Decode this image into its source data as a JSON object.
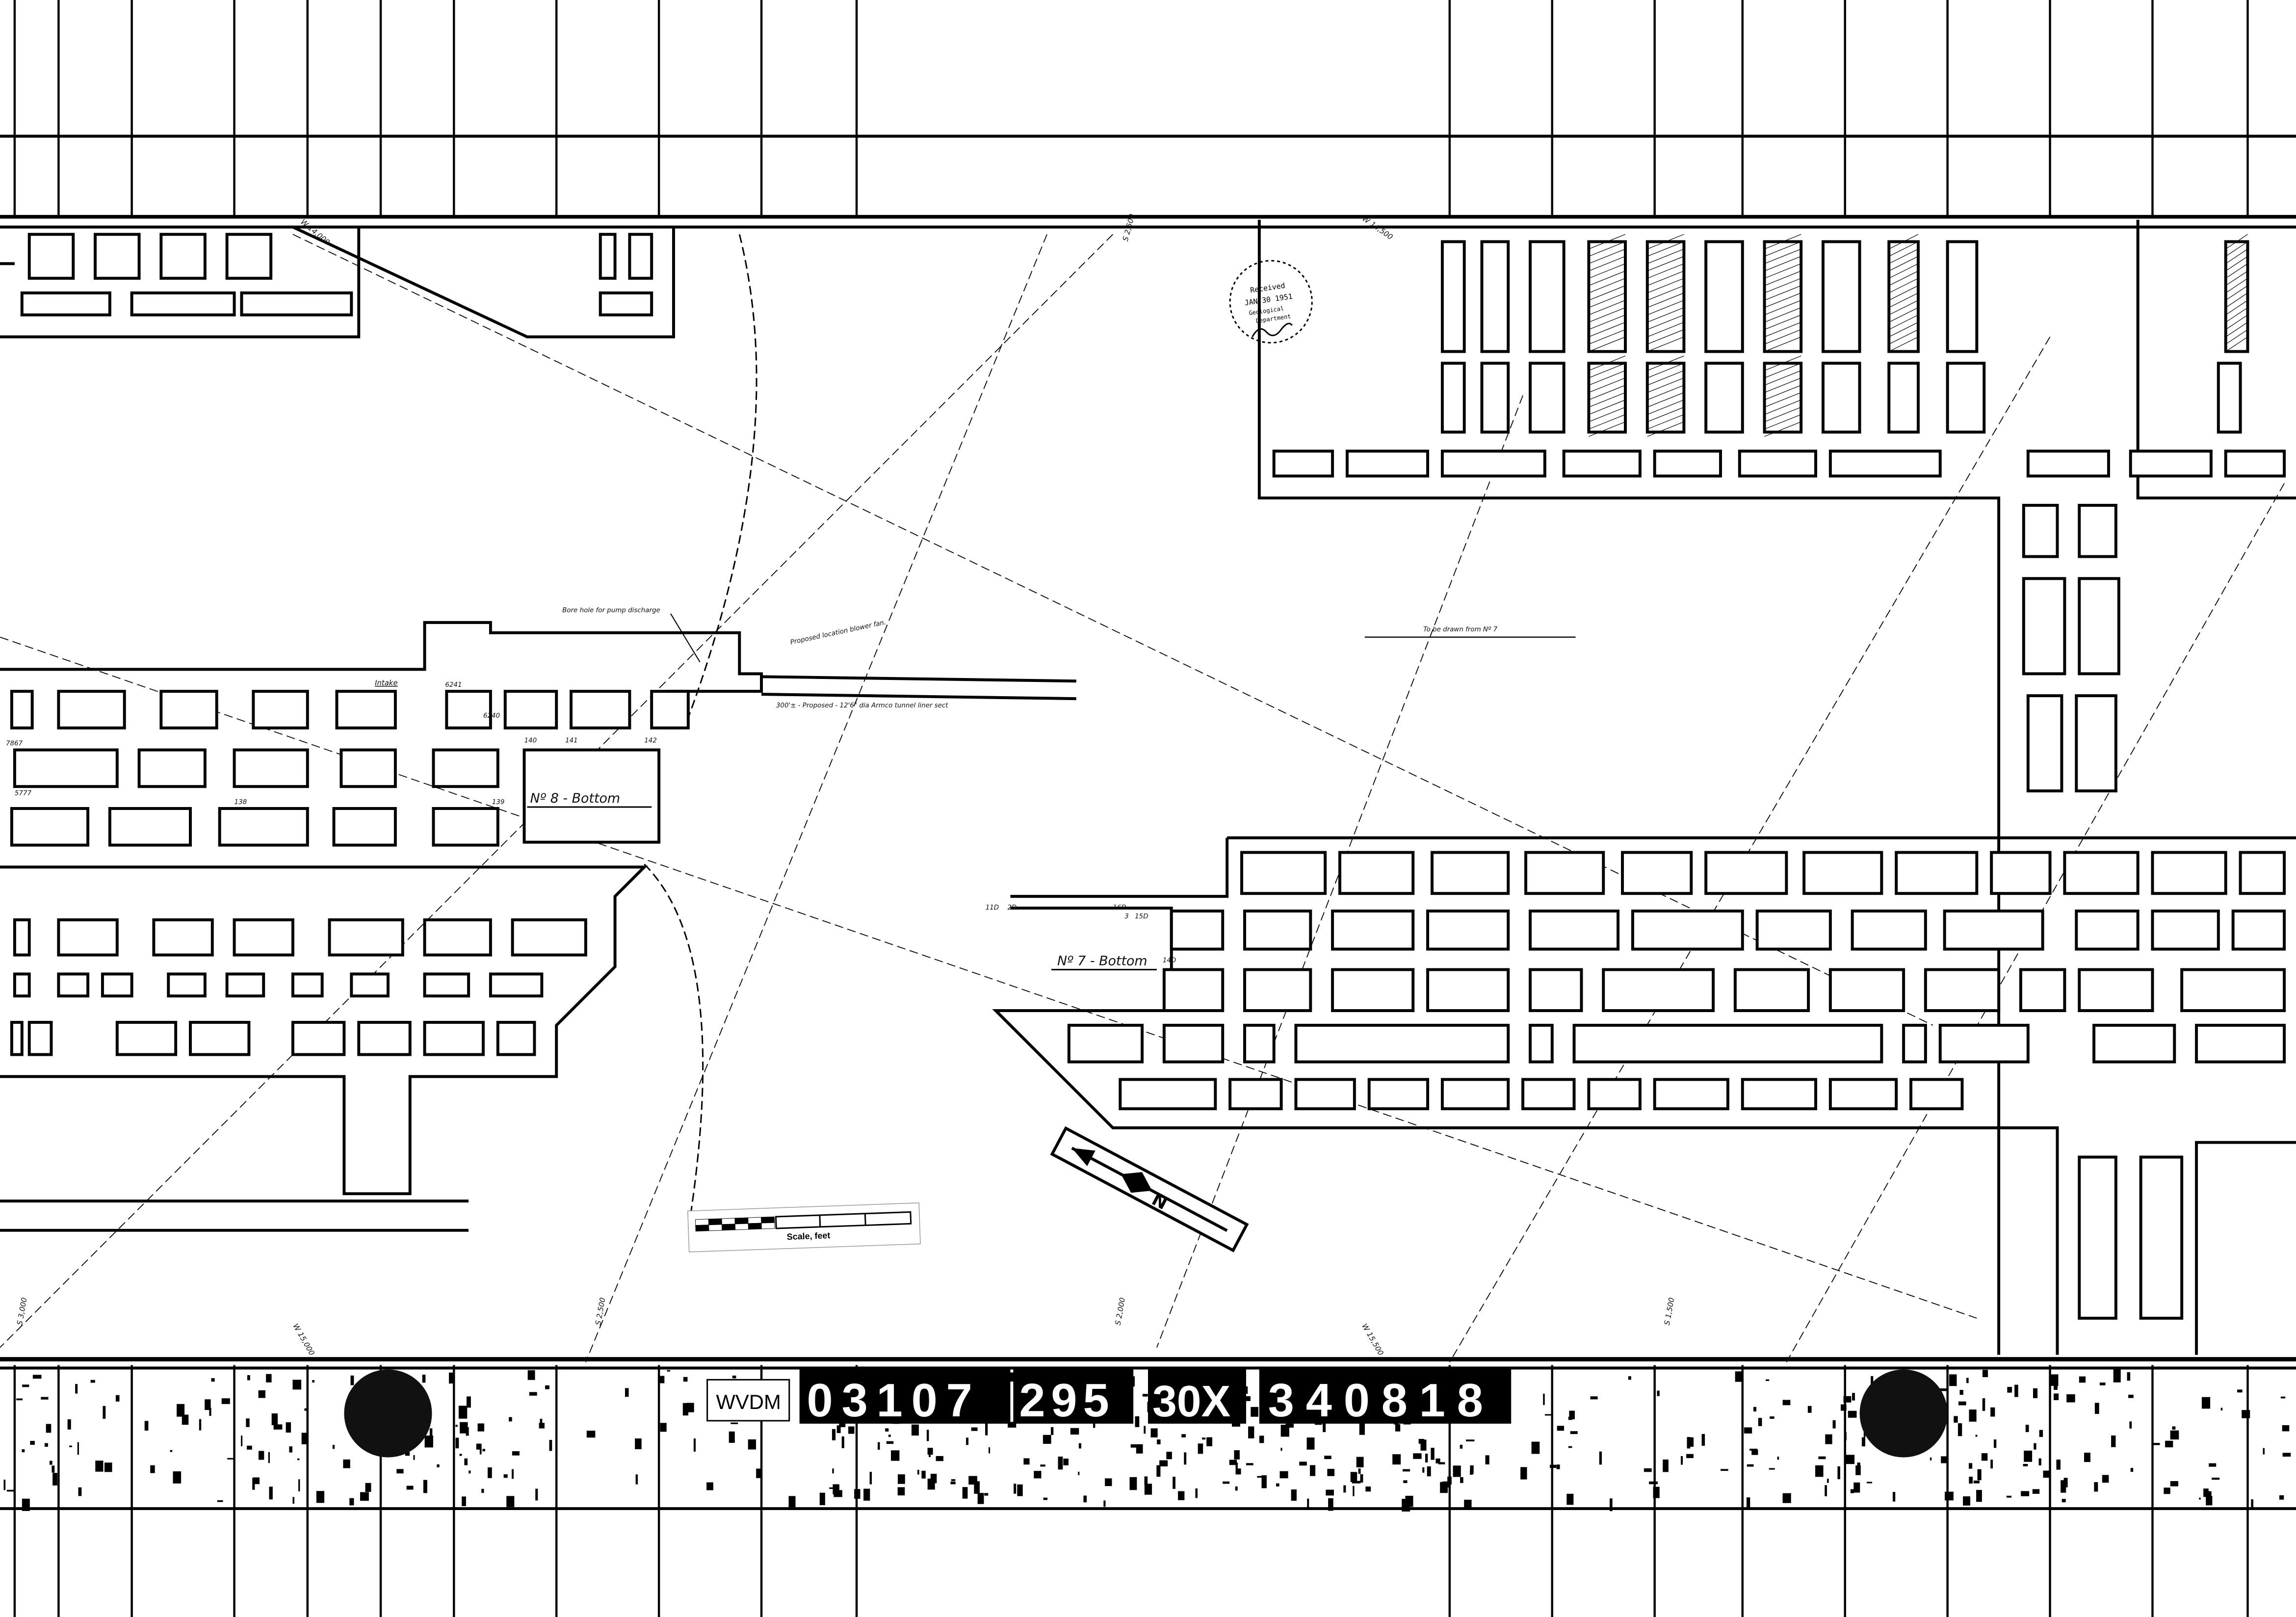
{
  "map": {
    "title_no8": "Nº 8 - Bottom",
    "title_no7": "Nº 7 - Bottom",
    "annotations": {
      "bore_hole": "Bore hole for pump discharge",
      "blower_fan": "Proposed location blower fan.",
      "tunnel": "300'± - Proposed - 12'6\" dia Armco tunnel liner sect",
      "drawn_from": "To be drawn from Nº 7",
      "intake": "Intake"
    },
    "station_labels": [
      "6241",
      "6240",
      "140",
      "141",
      "142",
      "138",
      "139",
      "7867",
      "5777",
      "11D",
      "2D",
      "16D",
      "3",
      "15D",
      "14D"
    ],
    "grid_labels": {
      "top": [
        "W 14,000",
        "S 2,500",
        "W 14,500"
      ],
      "bottom": [
        "S 3,000",
        "W 15,000",
        "S 2,500",
        "S 2,000",
        "W 15,500",
        "S 1,500"
      ]
    },
    "scale_label": "Scale, feet",
    "stamp": {
      "line1": "Received",
      "date": "JAN 30 1951",
      "line3": "Geological",
      "line4": "Department"
    }
  },
  "film_label": {
    "agency": "WVDM",
    "roll": "03107",
    "frame": "295",
    "size": "30X",
    "id": "340818"
  }
}
